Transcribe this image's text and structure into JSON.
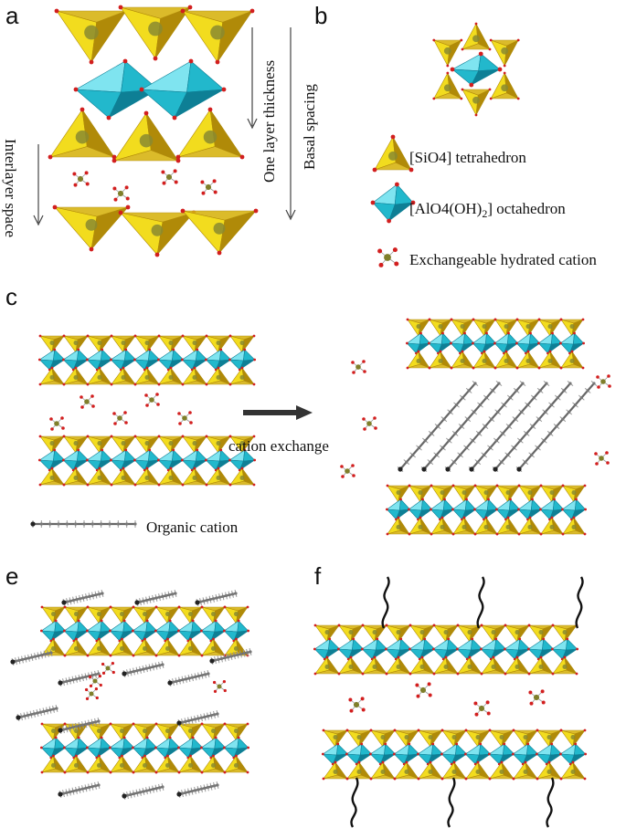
{
  "panels": {
    "a": {
      "letter": "a",
      "one_layer_thickness": "One layer thickness",
      "basal_spacing": "Basal spacing",
      "interlayer_space": "Interlayer space"
    },
    "b": {
      "letter": "b",
      "legend": {
        "tetrahedron": "[SiO4] tetrahedron",
        "octahedron_prefix": "[AlO4(OH)",
        "octahedron_sub": "2",
        "octahedron_suffix": "] octahedron",
        "cation": "Exchangeable hydrated cation"
      }
    },
    "c": {
      "letter": "c",
      "process": "cation exchange",
      "organic_cation": "Organic cation"
    },
    "e": {
      "letter": "e"
    },
    "f": {
      "letter": "f"
    }
  },
  "colors": {
    "tetra_light": "#f2dc1e",
    "tetra_dark": "#b08a08",
    "tetra_mid": "#d8b414",
    "octa_light": "#7fe4f0",
    "octa_mid": "#22b8cc",
    "octa_dark": "#0e7f95",
    "oxygen": "#d21f1f",
    "cation_core": "#7f7f2a",
    "chain": "#555555",
    "arrow": "#333333"
  },
  "icons": [
    "tetrahedron-icon",
    "octahedron-icon",
    "hydrated-cation-icon",
    "organic-cation-icon",
    "arrow-right-icon"
  ]
}
